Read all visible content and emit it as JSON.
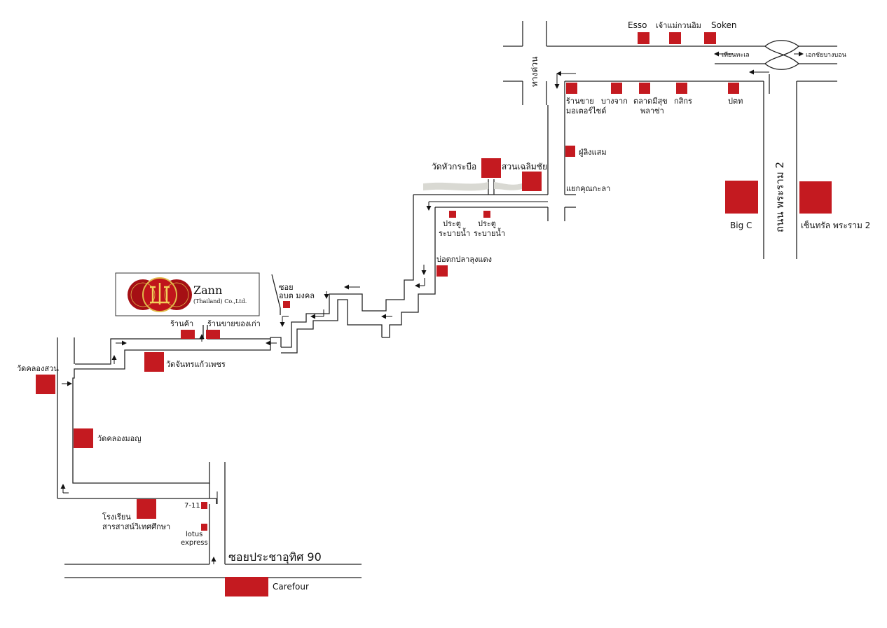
{
  "brand": {
    "name": "Zann",
    "subtitle": "(Thailand) Co.,Ltd."
  },
  "colors": {
    "landmark": "#c41a20",
    "road": "#222222",
    "river": "#d9d9d3"
  },
  "labels": {
    "esso": "Esso",
    "jaomae": "เจ้าแม่กวนอิม",
    "soken": "Soken",
    "thian_thale": "เทียนทะเล",
    "ekkachai": "เอกชัยบางบอน",
    "thang_duan": "ทางด่วน",
    "motorcycle_1": "ร้านขาย",
    "motorcycle_2": "มอเตอร์ไซด์",
    "bangchak": "บางจาก",
    "talad_1": "ตลาดมีสุข",
    "talad_2": "พลาซ่า",
    "kasikorn": "กสิกร",
    "ptt": "ปตท",
    "fu_ling": "ฝู่ลิงแสม",
    "wat_huakrabue": "วัดหัวกระบือ",
    "suan_chalerm": "สวนเฉลิมชัย",
    "yaek": "แยกคุณกะลา",
    "rama2": "ถนน พระราม 2",
    "bigc": "Big C",
    "central": "เซ็นทรัล พระราม 2",
    "gate1_1": "ประตู",
    "gate1_2": "ระบายน้ำ",
    "gate2_1": "ประตู",
    "gate2_2": "ระบายน้ำ",
    "bo_tok": "บ่อตกปลาลุงแดง",
    "soi_obt_1": "ซอย",
    "soi_obt_2": "อบต มงคล",
    "ran_ka": "ร้านค้า",
    "ran_kao": "ร้านขายของเก่า",
    "wat_chan": "วัดจันทรแก้วเพชร",
    "wat_klong_suan": "วัดคลองสวน",
    "wat_klong_mon": "วัดคลองมอญ",
    "school_1": "โรงเรียน",
    "school_2": "สารสาสน์วิเทศศึกษา",
    "seven": "7-11",
    "lotus_1": "lotus",
    "lotus_2": "express",
    "soi_pracha": "ซอยประชาอุทิศ 90",
    "carefour": "Carefour"
  }
}
